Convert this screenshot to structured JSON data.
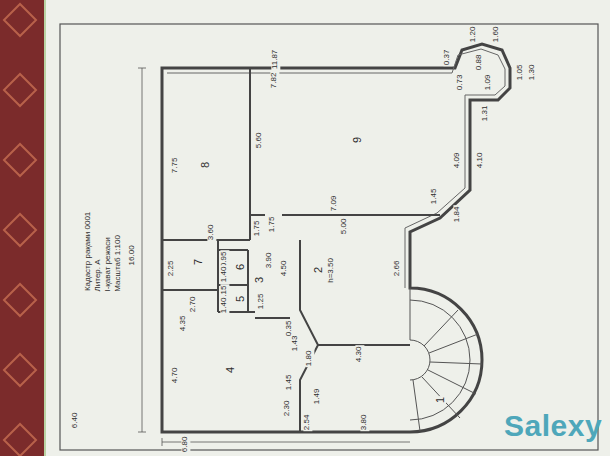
{
  "diagram": {
    "labels": [
      "Кадастр рақами 0001",
      "Литер. А",
      "I-қават режаси",
      "Масштаб 1:100",
      "16.00",
      "6.40",
      "11.87",
      "7.82",
      "0.37",
      "0.73",
      "1.20",
      "0.88",
      "1.60",
      "1.09",
      "1.05",
      "1.30",
      "1.31",
      "5.60",
      "9",
      "7.09",
      "5.00",
      "4.09",
      "4.10",
      "1.45",
      "1.84",
      "7.75",
      "8",
      "1.75",
      "1.75",
      "3.60",
      "2.25",
      "7",
      "0.95",
      "1.40",
      "6",
      "3",
      "3.90",
      "4.50",
      "2",
      "h=3.50",
      "2.66",
      "2.70",
      "1.15",
      "5",
      "1.40",
      "1.25",
      "4.35",
      "0.35",
      "1.43",
      "4.70",
      "4",
      "1.80",
      "4.30",
      "1",
      "1.45",
      "1.49",
      "2.30",
      "2.54",
      "3.80",
      "6.80",
      "Salexy"
    ]
  }
}
